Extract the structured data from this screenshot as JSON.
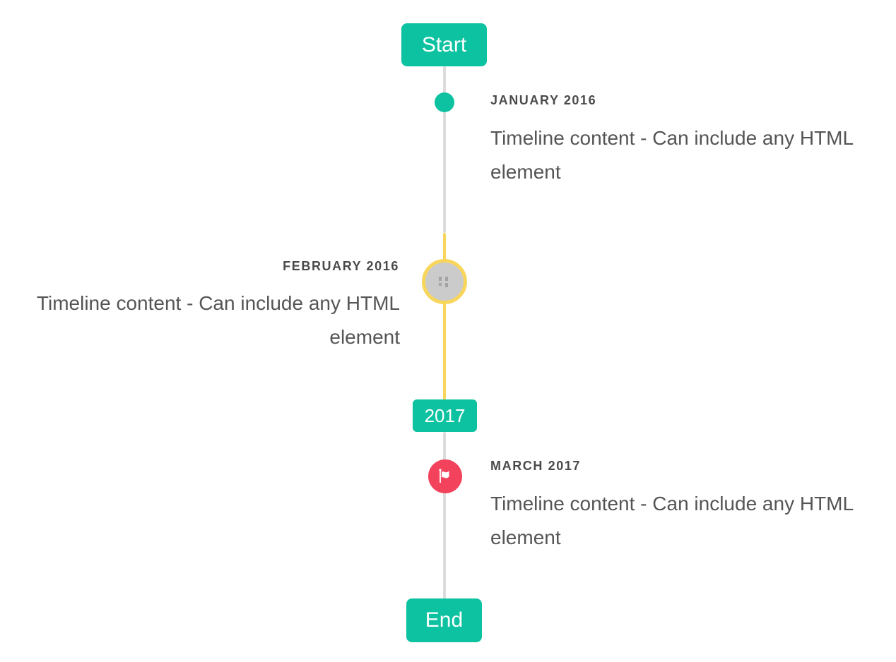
{
  "timeline": {
    "start_badge": "Start",
    "end_badge": "End",
    "year_badge": "2017",
    "colors": {
      "accent_teal": "#0cc2a0",
      "highlight_yellow": "#f8d65c",
      "flag_red": "#f2425c",
      "line_gray": "#dcdcdc",
      "marker_gray": "#cbcbcb",
      "label_text": "#4a4a4a",
      "content_text": "#555555"
    },
    "entries": [
      {
        "label": "JANUARY 2016",
        "content": "Timeline content - Can include any HTML element",
        "side": "right",
        "marker": "teal-dot"
      },
      {
        "label": "FEBRUARY 2016",
        "content": "Timeline content - Can include any HTML element",
        "side": "left",
        "marker": "gray-circle-yellow-ring-broken-image"
      },
      {
        "label": "MARCH 2017",
        "content": "Timeline content - Can include any HTML element",
        "side": "right",
        "marker": "red-circle-flag"
      }
    ]
  }
}
